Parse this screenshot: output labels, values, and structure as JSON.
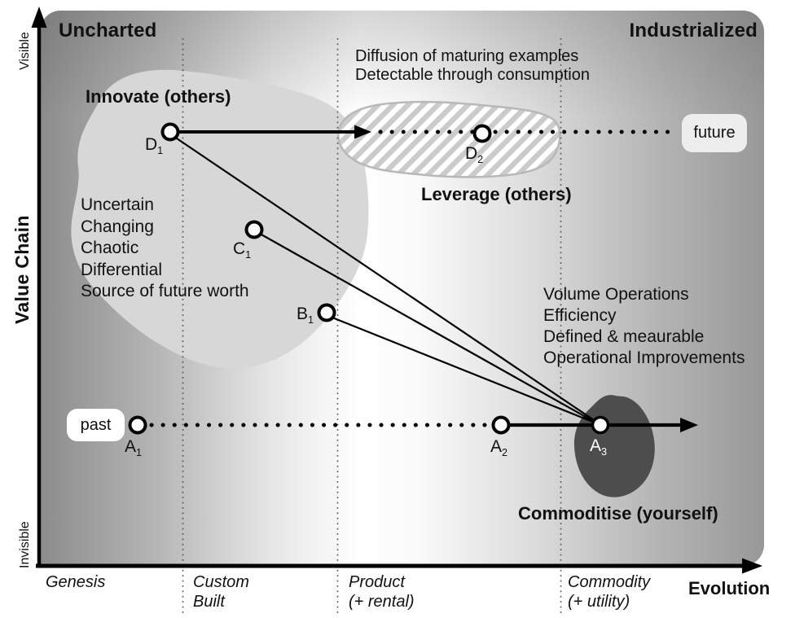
{
  "corners": {
    "top_left": "Uncharted",
    "top_right": "Industrialized"
  },
  "y_axis": {
    "title": "Value Chain",
    "top_cap": "Visible",
    "bottom_cap": "Invisible"
  },
  "x_axis": {
    "title": "Evolution",
    "stages": [
      {
        "line1": "Genesis",
        "line2": ""
      },
      {
        "line1": "Custom",
        "line2": "Built"
      },
      {
        "line1": "Product",
        "line2": "(+ rental)"
      },
      {
        "line1": "Commodity",
        "line2": "(+ utility)"
      }
    ]
  },
  "regions": {
    "innovate": {
      "label": "Innovate (others)"
    },
    "leverage": {
      "label": "Leverage (others)"
    },
    "commoditise": {
      "label": "Commoditise (yourself)"
    }
  },
  "annotations": {
    "uncharted_traits": [
      "Uncertain",
      "Changing",
      "Chaotic",
      "Differential",
      "Source of future worth"
    ],
    "diffusion_notes": [
      "Diffusion of maturing examples",
      "Detectable through consumption"
    ],
    "industrial_traits": [
      "Volume Operations",
      "Efficiency",
      "Defined & meaurable",
      "Operational Improvements"
    ]
  },
  "markers": {
    "past": "past",
    "future": "future"
  },
  "points": {
    "d1": {
      "base": "D",
      "sub": "1"
    },
    "d2": {
      "base": "D",
      "sub": "2"
    },
    "c1": {
      "base": "C",
      "sub": "1"
    },
    "b1": {
      "base": "B",
      "sub": "1"
    },
    "a1": {
      "base": "A",
      "sub": "1"
    },
    "a2": {
      "base": "A",
      "sub": "2"
    },
    "a3": {
      "base": "A",
      "sub": "3"
    }
  },
  "colors": {
    "bg_left": "#8c8c8c",
    "bg_right": "#989898",
    "innovate_fill": "#d7d7d7",
    "leverage_stripe": "#cbcbcb",
    "leverage_outline": "#b8b8b8",
    "commoditise_fill": "#4d4d4d",
    "past_pill_bg": "#ffffff",
    "future_pill_bg": "#ededed",
    "line_color": "#000000"
  }
}
